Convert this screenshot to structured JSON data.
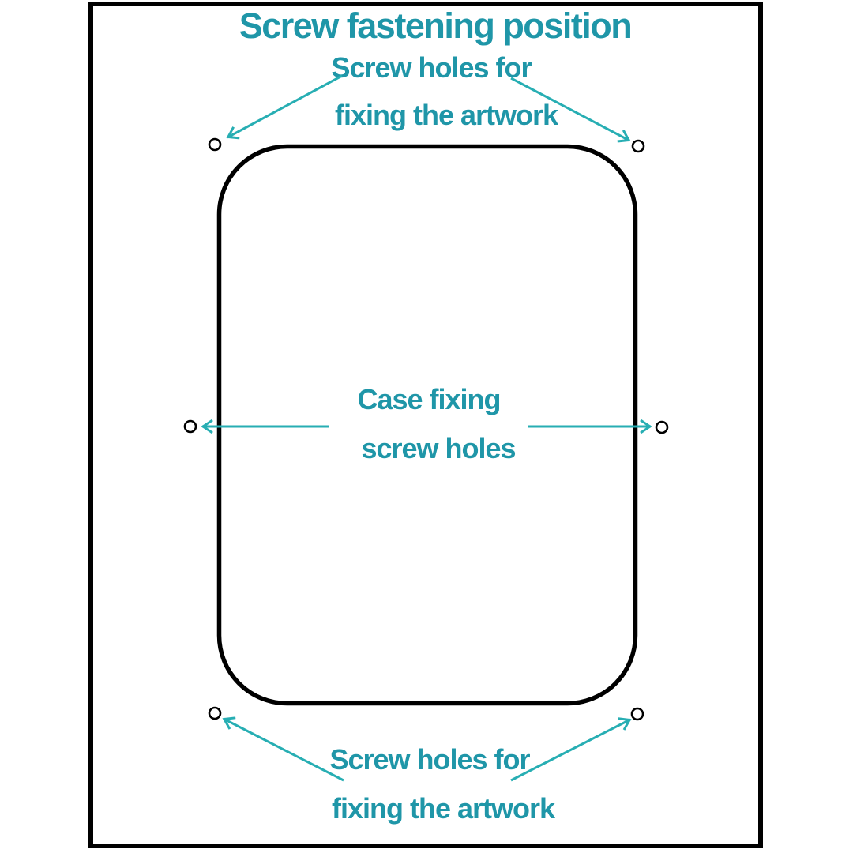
{
  "title": "Screw fastening position",
  "labels": {
    "top": {
      "line1": "Screw holes for",
      "line2": "fixing the artwork"
    },
    "middle": {
      "line1": "Case fixing",
      "line2": "screw holes"
    },
    "bottom": {
      "line1": "Screw holes for",
      "line2": "fixing the artwork"
    }
  },
  "colors": {
    "label_text": "#1f96a8",
    "arrow": "#27aeb3",
    "diagram_outline": "#000000",
    "frame_border": "#000000",
    "background": "#ffffff"
  }
}
